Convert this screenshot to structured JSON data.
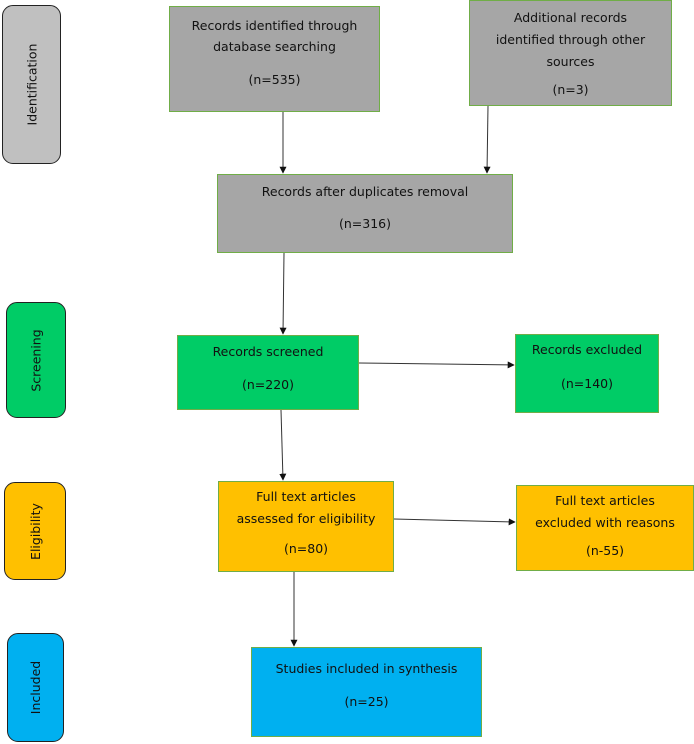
{
  "stages": [
    {
      "id": "identification",
      "label": "Identification",
      "color": "#C0C0C0"
    },
    {
      "id": "screening",
      "label": "Screening",
      "color": "#00CC66"
    },
    {
      "id": "eligibility",
      "label": "Eligibility",
      "color": "#FFC000"
    },
    {
      "id": "included",
      "label": "Included",
      "color": "#00B0F0"
    }
  ],
  "boxes": {
    "database": {
      "lines": [
        "Records identified through",
        "database searching"
      ],
      "count": "(n=535)"
    },
    "other_sources": {
      "lines": [
        "Additional records",
        "identified through other",
        "sources"
      ],
      "count": "(n=3)"
    },
    "after_duplicates": {
      "lines": [
        "Records after duplicates removal"
      ],
      "count": "(n=316)"
    },
    "screened": {
      "lines": [
        "Records screened"
      ],
      "count": "(n=220)"
    },
    "excluded": {
      "lines": [
        "Records excluded"
      ],
      "count": "(n=140)"
    },
    "fulltext_assessed": {
      "lines": [
        "Full text articles",
        "assessed for eligibility"
      ],
      "count": "(n=80)"
    },
    "fulltext_excluded": {
      "lines": [
        "Full text articles",
        "excluded with reasons"
      ],
      "count": "(n-55)"
    },
    "included": {
      "lines": [
        "Studies included in synthesis"
      ],
      "count": "(n=25)"
    }
  },
  "colors": {
    "box_border": "#70AD47",
    "gray_fill": "#A6A6A6",
    "green_fill": "#00CC66",
    "yellow_fill": "#FFC000",
    "blue_fill": "#00B0F0",
    "arrow": "#111111"
  }
}
